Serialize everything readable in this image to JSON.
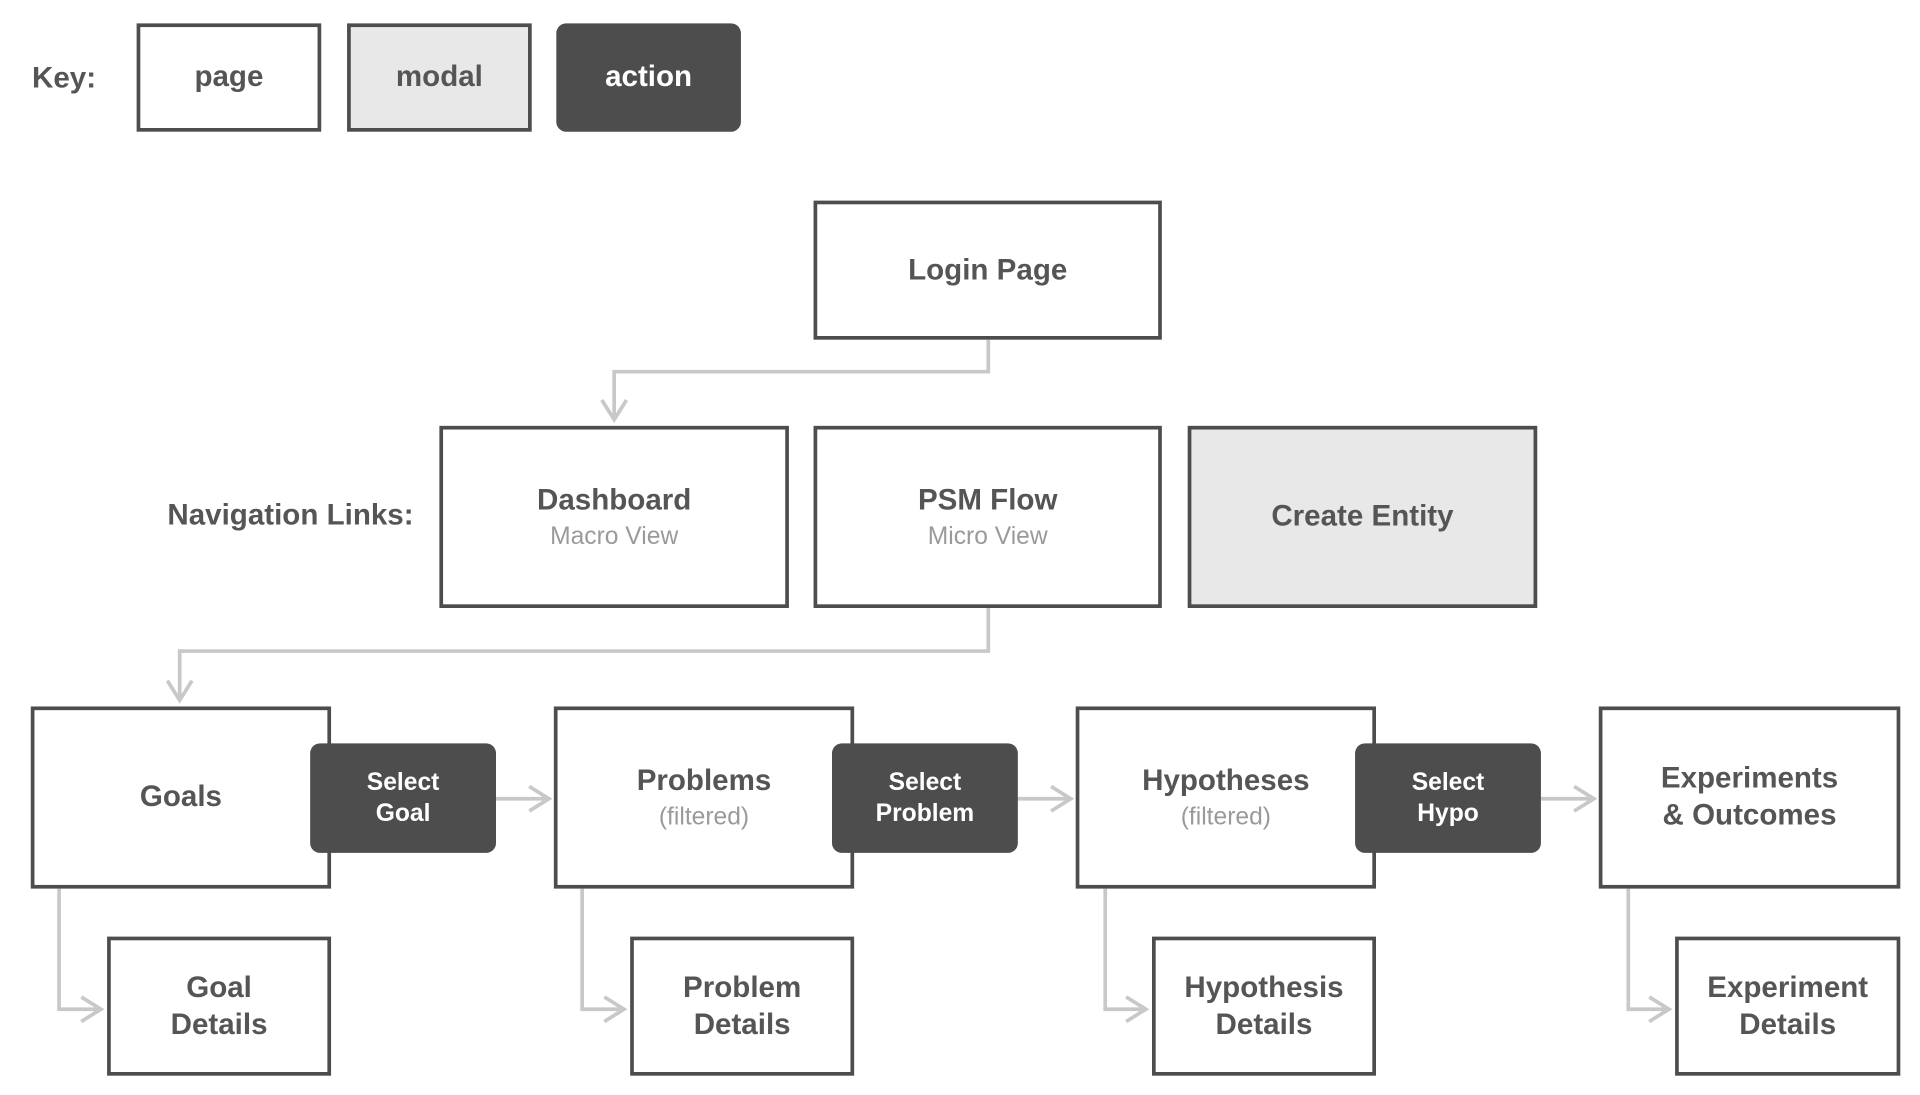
{
  "key": {
    "label": "Key:",
    "items": [
      {
        "type": "page",
        "text": "page"
      },
      {
        "type": "modal",
        "text": "modal"
      },
      {
        "type": "action",
        "text": "action"
      }
    ]
  },
  "login": {
    "title": "Login Page"
  },
  "navigation": {
    "label": "Navigation Links:",
    "dashboard": {
      "title": "Dashboard",
      "subtitle": "Macro View"
    },
    "psm_flow": {
      "title": "PSM Flow",
      "subtitle": "Micro View"
    },
    "create_entity": {
      "title": "Create Entity"
    }
  },
  "flow": {
    "goals": {
      "title": "Goals"
    },
    "select_goal": {
      "title": "Select\nGoal"
    },
    "problems": {
      "title": "Problems",
      "subtitle": "(filtered)"
    },
    "select_problem": {
      "title": "Select\nProblem"
    },
    "hypotheses": {
      "title": "Hypotheses",
      "subtitle": "(filtered)"
    },
    "select_hypo": {
      "title": "Select\nHypo"
    },
    "experiments": {
      "title": "Experiments\n& Outcomes"
    }
  },
  "details": {
    "goal": {
      "title": "Goal\nDetails"
    },
    "problem": {
      "title": "Problem\nDetails"
    },
    "hypothesis": {
      "title": "Hypothesis\nDetails"
    },
    "experiment": {
      "title": "Experiment\nDetails"
    }
  },
  "colors": {
    "box_border": "#4d4d4d",
    "action_fill": "#4d4d4d",
    "modal_fill": "#e8e8e8",
    "connector": "#c8c8c8",
    "text": "#555555",
    "subtext": "#9a9a9a"
  }
}
